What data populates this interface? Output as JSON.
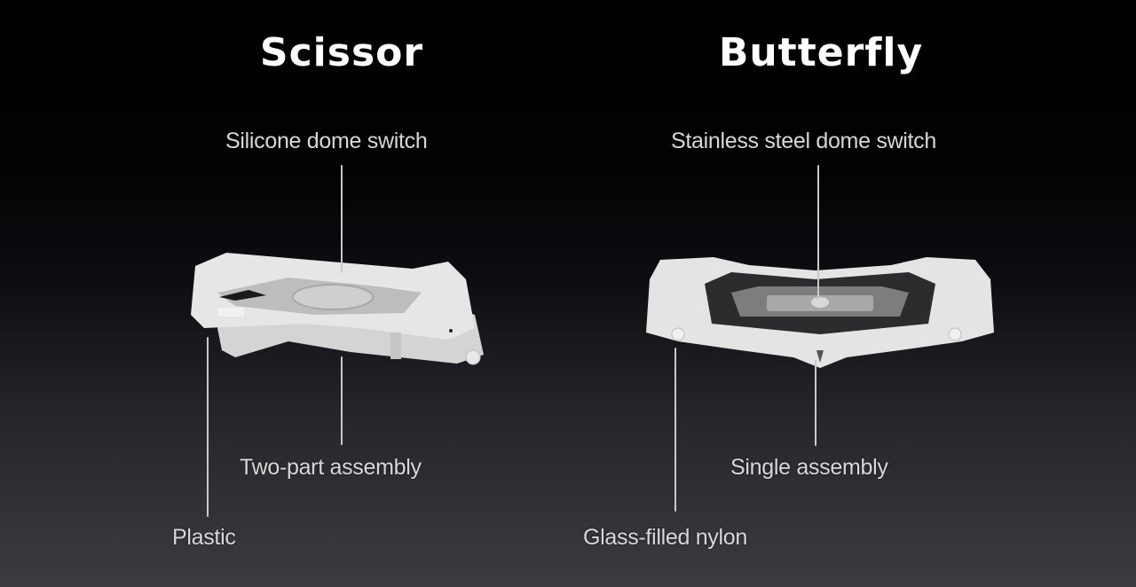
{
  "slide": {
    "background_top": "#000000",
    "background_bottom": "#3a3c41",
    "text_color": "#d8d8d8",
    "line_color": "#c9c9c9"
  },
  "scissor": {
    "title": "Scissor",
    "labels": {
      "top": "Silicone dome switch",
      "bottom_right": "Two-part assembly",
      "bottom_left": "Plastic"
    },
    "image": "scissor-mechanism-illustration"
  },
  "butterfly": {
    "title": "Butterfly",
    "labels": {
      "top": "Stainless steel dome switch",
      "bottom_right": "Single assembly",
      "bottom_left": "Glass-filled nylon"
    },
    "image": "butterfly-mechanism-illustration"
  }
}
